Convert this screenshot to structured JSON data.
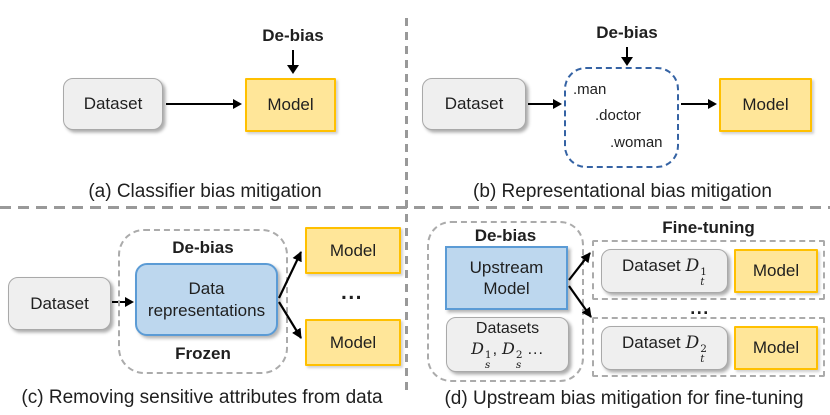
{
  "colors": {
    "model_fill": "#ffe699",
    "model_border": "#ffc000",
    "dataset_fill": "#efefef",
    "dataset_border": "#a9a9a9",
    "blue_fill": "#bdd7ee",
    "blue_border": "#5b9bd5",
    "embedding_dashed_border": "#3563a4",
    "divider_gray": "#999999",
    "arrow_black": "#000000"
  },
  "panels": {
    "a": {
      "caption": "(a) Classifier bias mitigation",
      "debias_label": "De-bias",
      "dataset_label": "Dataset",
      "model_label": "Model"
    },
    "b": {
      "caption": "(b) Representational bias mitigation",
      "debias_label": "De-bias",
      "dataset_label": "Dataset",
      "model_label": "Model",
      "embedding_points": [
        ".man",
        ".doctor",
        ".woman"
      ]
    },
    "c": {
      "caption": "(c) Removing sensitive attributes from data",
      "debias_label": "De-bias",
      "frozen_label": "Frozen",
      "dataset_label": "Dataset",
      "representations_line1": "Data",
      "representations_line2": "representations",
      "model_top_label": "Model",
      "model_bottom_label": "Model",
      "ellipsis": "..."
    },
    "d": {
      "caption": "(d) Upstream bias mitigation for fine-tuning",
      "debias_label": "De-bias",
      "finetuning_label": "Fine-tuning",
      "upstream_line1": "Upstream",
      "upstream_line2": "Model",
      "datasets_word": "Datasets",
      "source_d1": {
        "base": "D",
        "sup": "1",
        "sub": "s"
      },
      "source_sep": ",",
      "source_d2": {
        "base": "D",
        "sup": "2",
        "sub": "s"
      },
      "source_more": "...",
      "target1_word": "Dataset",
      "target1_d": {
        "base": "D",
        "sup": "1",
        "sub": "t"
      },
      "model1_label": "Model",
      "target2_word": "Dataset",
      "target2_d": {
        "base": "D",
        "sup": "2",
        "sub": "t"
      },
      "model2_label": "Model",
      "ellipsis": "..."
    }
  }
}
